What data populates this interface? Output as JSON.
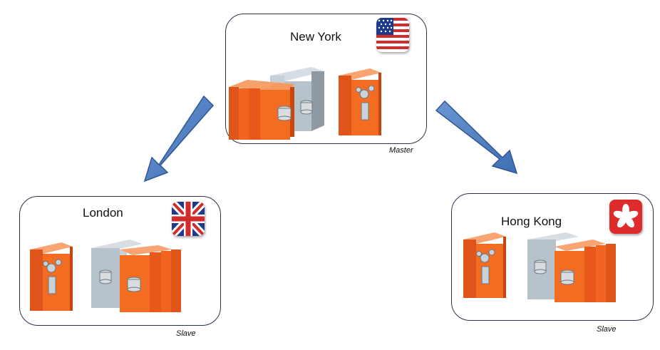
{
  "sites": [
    {
      "name": "New York",
      "role": "Master",
      "flag": "us-flag-icon"
    },
    {
      "name": "London",
      "role": "Slave",
      "flag": "uk-flag-icon"
    },
    {
      "name": "Hong Kong",
      "role": "Slave",
      "flag": "hong-kong-flag-icon"
    }
  ],
  "connections": [
    {
      "from": "New York",
      "to": "London",
      "direction": "one-way"
    },
    {
      "from": "New York",
      "to": "Hong Kong",
      "direction": "one-way"
    }
  ],
  "colors": {
    "arrow_fill": "#4f7fc0",
    "arrow_stroke": "#2f5597",
    "server_orange": "#f06a1e",
    "server_grey": "#a9b6c0",
    "box_border": "#27324a"
  }
}
